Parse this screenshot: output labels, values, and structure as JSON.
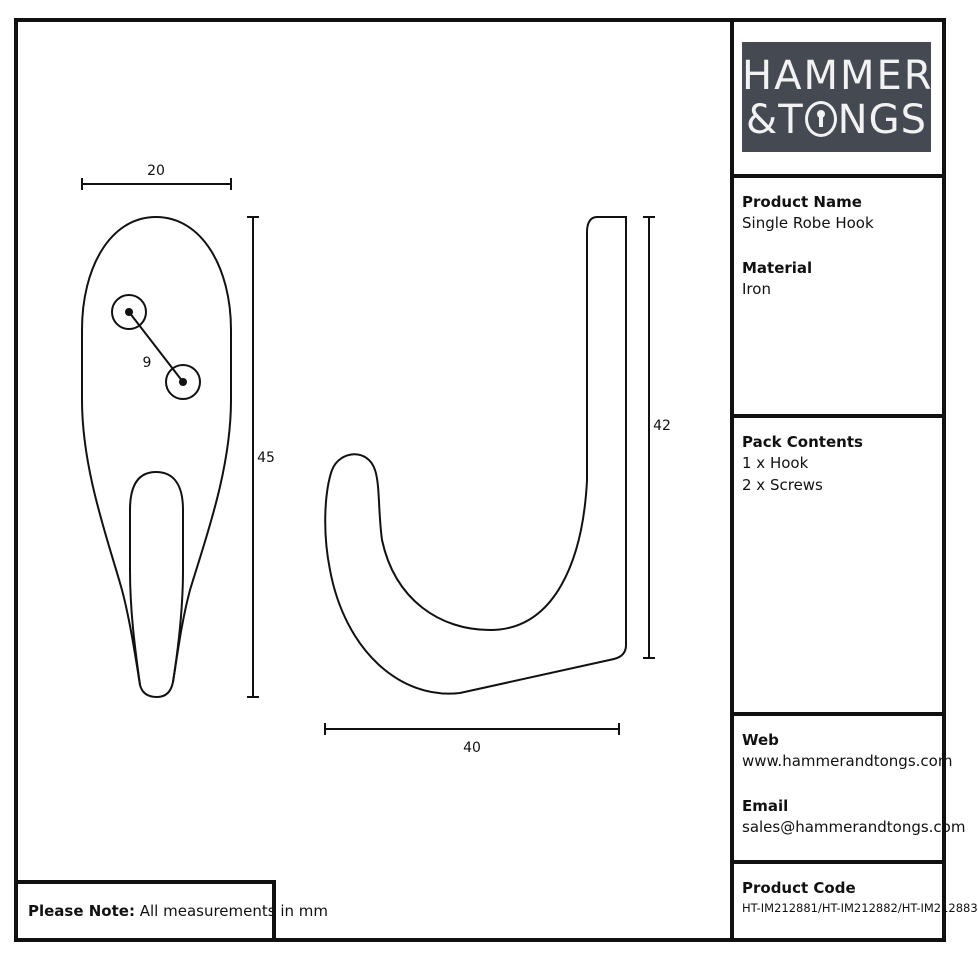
{
  "brand": {
    "line1": "HAMMER",
    "line2_a": "&",
    "line2_b": "T",
    "line2_c": "NGS"
  },
  "product_name": {
    "label": "Product Name",
    "value": "Single Robe Hook"
  },
  "material": {
    "label": "Material",
    "value": "Iron"
  },
  "pack_contents": {
    "label": "Pack Contents",
    "items": [
      "1 x Hook",
      "2 x Screws"
    ]
  },
  "web": {
    "label": "Web",
    "value": "www.hammerandtongs.com"
  },
  "email": {
    "label": "Email",
    "value": "sales@hammerandtongs.com"
  },
  "product_code": {
    "label": "Product Code",
    "value": "HT-IM212881/HT-IM212882/HT-IM212883"
  },
  "note": {
    "label": "Please Note:",
    "text": "All measurements in mm"
  },
  "dimensions": {
    "front_width": "20",
    "hole_spacing": "9",
    "front_height": "45",
    "side_height": "42",
    "side_depth": "40"
  }
}
